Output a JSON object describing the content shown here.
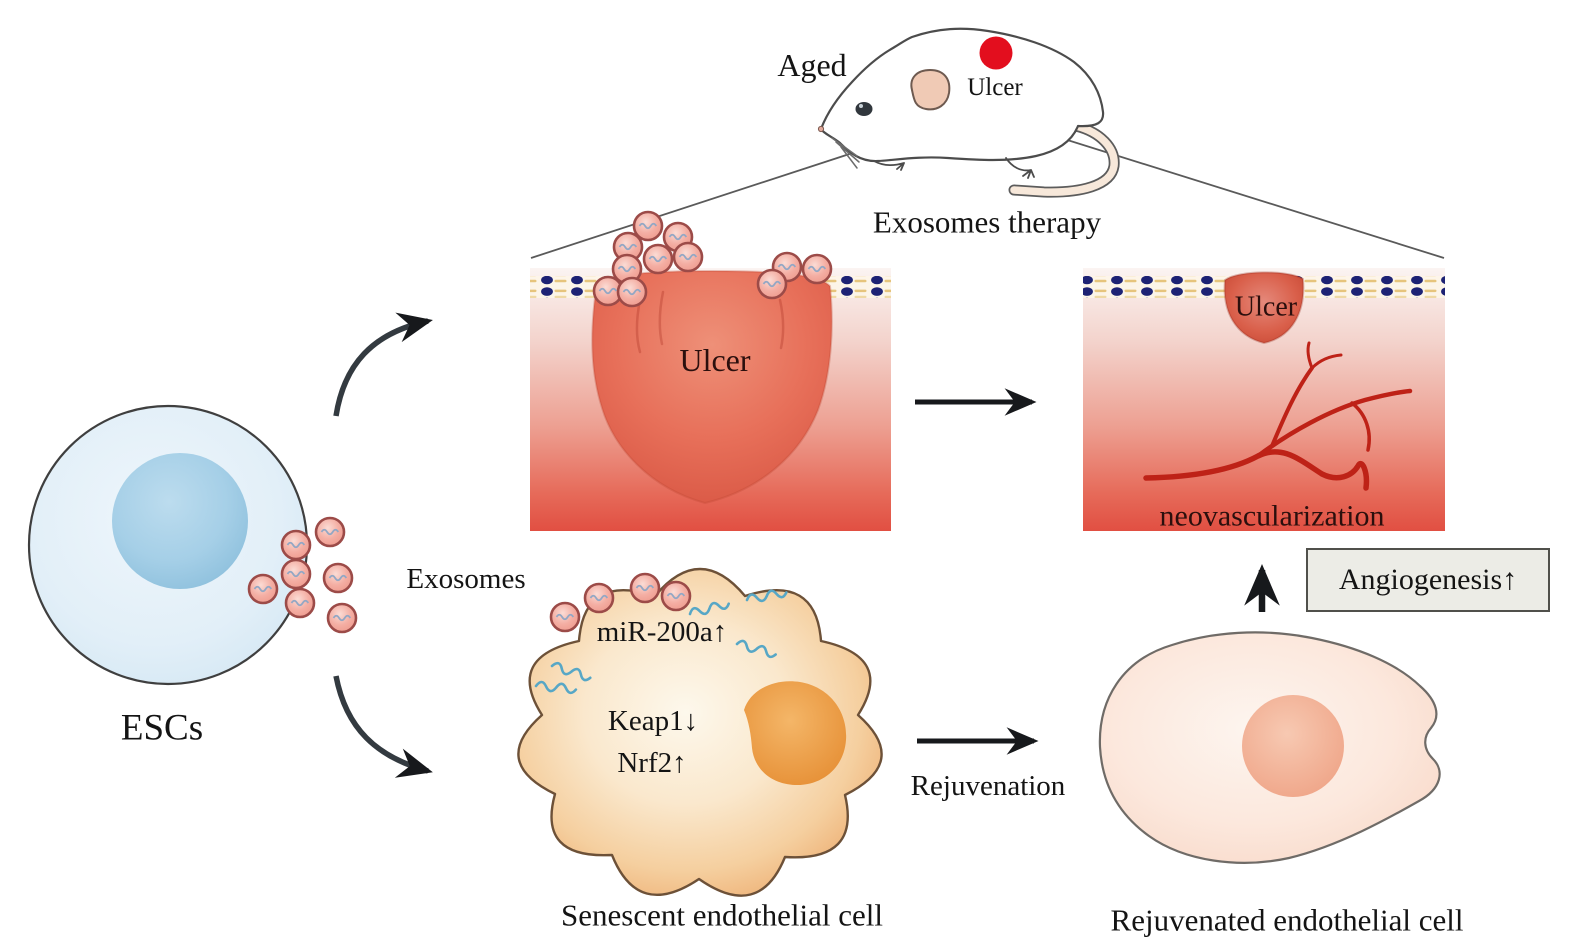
{
  "figure": {
    "top": {
      "aged_label": "Aged",
      "ulcer_spot_label": "Ulcer",
      "therapy_label": "Exosomes therapy"
    },
    "source_cell": {
      "cell_label": "ESCs",
      "exosomes_label": "Exosomes"
    },
    "panel_before": {
      "ulcer_label": "Ulcer"
    },
    "panel_after": {
      "ulcer_label": "Ulcer",
      "caption": "neovascularization"
    },
    "senescent": {
      "mir_label": "miR-200a↑",
      "keap1_label": "Keap1↓",
      "nrf2_label": "Nrf2↑",
      "caption": "Senescent endothelial cell"
    },
    "rejuvenated": {
      "caption": "Rejuvenated endothelial cell"
    },
    "process": {
      "rejuvenation_label": "Rejuvenation",
      "angiogenesis_label": "Angiogenesis↑"
    }
  },
  "colors": {
    "ulcer_tissue_red": "#e14f42",
    "ulcer_spot_red": "#e30e1e",
    "exosome_pink": "#f4aea3",
    "exosome_ring": "#9c4b48",
    "membrane_navy": "#1d2274",
    "membrane_tan": "#e6c47c",
    "vessel_red": "#be2217",
    "esc_cell_blue": "#d3e7f3",
    "esc_nucleus_blue": "#8cbfdc",
    "senescent_orange": "#eeb176",
    "rejuvenated_pink": "#f8d9c9",
    "mirna_teal": "#57a7c6",
    "arrow_black": "#17191c",
    "angiogenesis_box_bg": "#ecece6"
  }
}
